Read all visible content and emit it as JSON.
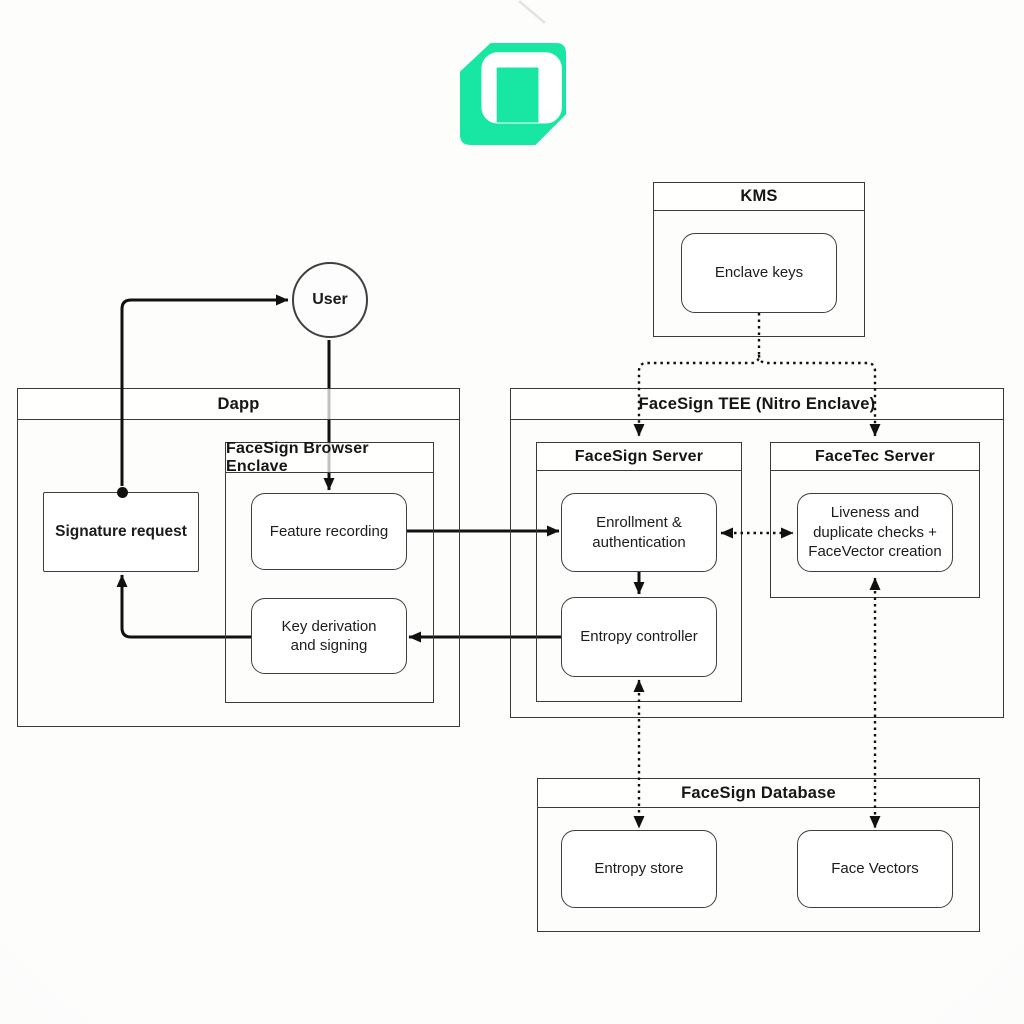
{
  "colors": {
    "accent": "#17E7A2",
    "line": "#111111",
    "background": "#fbfbfa"
  },
  "logo": {
    "name": "cube-logo"
  },
  "nodes": {
    "kms": {
      "title": "KMS",
      "enclave_keys": "Enclave keys"
    },
    "user": {
      "label": "User"
    },
    "dapp": {
      "title": "Dapp",
      "signature_request": "Signature request",
      "browser_enclave": {
        "title": "FaceSign Browser Enclave",
        "feature_recording": "Feature recording",
        "key_derivation": "Key derivation\nand signing"
      }
    },
    "tee": {
      "title": "FaceSign TEE (Nitro Enclave)",
      "facesign_server": {
        "title": "FaceSign Server",
        "enrollment": "Enrollment &\nauthentication",
        "entropy_controller": "Entropy controller"
      },
      "facetec_server": {
        "title": "FaceTec Server",
        "liveness": "Liveness and\nduplicate checks +\nFaceVector creation"
      }
    },
    "database": {
      "title": "FaceSign Database",
      "entropy_store": "Entropy store",
      "face_vectors": "Face Vectors"
    }
  },
  "edges": [
    {
      "from": "signature-request",
      "to": "user",
      "style": "solid",
      "arrows": "end"
    },
    {
      "from": "user",
      "to": "feature-recording",
      "style": "solid",
      "arrows": "end"
    },
    {
      "from": "feature-recording",
      "to": "enrollment-authentication",
      "style": "solid",
      "arrows": "end"
    },
    {
      "from": "enrollment-authentication",
      "to": "entropy-controller",
      "style": "solid",
      "arrows": "end"
    },
    {
      "from": "entropy-controller",
      "to": "key-derivation-and-signing",
      "style": "solid",
      "arrows": "end"
    },
    {
      "from": "key-derivation-and-signing",
      "to": "signature-request",
      "style": "solid",
      "arrows": "end"
    },
    {
      "from": "enclave-keys",
      "to": "facesign-server",
      "style": "dotted",
      "arrows": "end"
    },
    {
      "from": "enclave-keys",
      "to": "facetec-server",
      "style": "dotted",
      "arrows": "end"
    },
    {
      "from": "enrollment-authentication",
      "to": "liveness-checks",
      "style": "dotted",
      "arrows": "both"
    },
    {
      "from": "entropy-controller",
      "to": "entropy-store",
      "style": "dotted",
      "arrows": "both"
    },
    {
      "from": "liveness-checks",
      "to": "face-vectors",
      "style": "dotted",
      "arrows": "both"
    }
  ]
}
